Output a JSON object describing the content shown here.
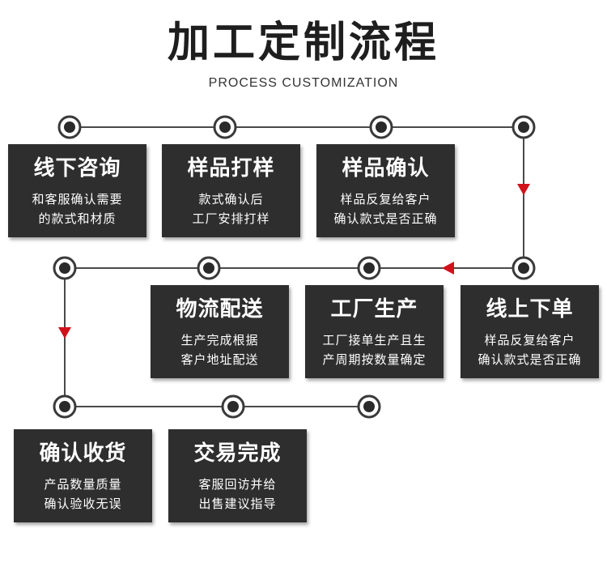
{
  "header": {
    "title": "加工定制流程",
    "subtitle": "PROCESS CUSTOMIZATION"
  },
  "colors": {
    "card_bg": "#2e2e2e",
    "line": "#4a4a4a",
    "arrow": "#d0121b"
  },
  "steps": [
    {
      "title": "线下咨询",
      "lines": [
        "和客服确认需要",
        "的款式和材质"
      ]
    },
    {
      "title": "样品打样",
      "lines": [
        "款式确认后",
        "工厂安排打样"
      ]
    },
    {
      "title": "样品确认",
      "lines": [
        "样品反复给客户",
        "确认款式是否正确"
      ]
    },
    {
      "title": "线上下单",
      "lines": [
        "样品反复给客户",
        "确认款式是否正确"
      ]
    },
    {
      "title": "工厂生产",
      "lines": [
        "工厂接单生产且生",
        "产周期按数量确定"
      ]
    },
    {
      "title": "物流配送",
      "lines": [
        "生产完成根据",
        "客户地址配送"
      ]
    },
    {
      "title": "确认收货",
      "lines": [
        "产品数量质量",
        "确认验收无误"
      ]
    },
    {
      "title": "交易完成",
      "lines": [
        "客服回访并给",
        "出售建议指导"
      ]
    }
  ]
}
